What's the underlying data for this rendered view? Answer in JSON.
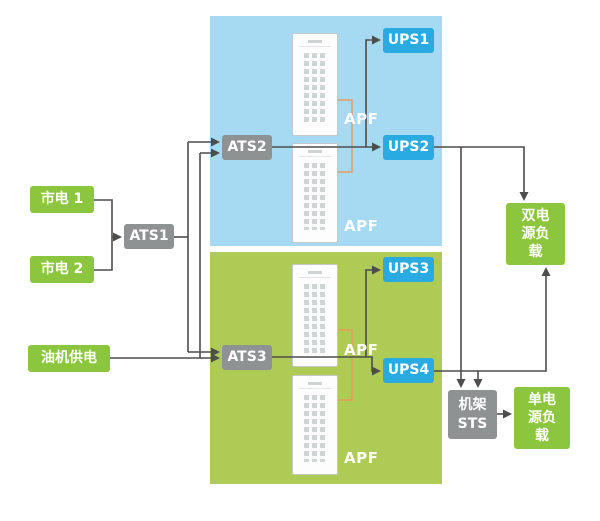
{
  "diagram": {
    "description": "UPS dual-bus power distribution topology",
    "nodes": {
      "mains1": {
        "label": "市电 1"
      },
      "mains2": {
        "label": "市电 2"
      },
      "generator": {
        "label": "油机供电"
      },
      "ats1": {
        "label": "ATS1"
      },
      "ats2": {
        "label": "ATS2"
      },
      "ats3": {
        "label": "ATS3"
      },
      "ups1": {
        "label": "UPS1"
      },
      "ups2": {
        "label": "UPS2"
      },
      "ups3": {
        "label": "UPS3"
      },
      "ups4": {
        "label": "UPS4"
      },
      "apf1": {
        "label": "APF"
      },
      "apf2": {
        "label": "APF"
      },
      "apf3": {
        "label": "APF"
      },
      "apf4": {
        "label": "APF"
      },
      "dual_load": {
        "label": "双电源负载"
      },
      "rack_sts": {
        "label": "机架STS"
      },
      "single_load": {
        "label": "单电源负载"
      }
    },
    "colors": {
      "node_green": "#8CC63E",
      "node_gray": "#8E9293",
      "node_blue": "#29ABE2",
      "panel_blue": "#A6D9F2",
      "panel_green": "#AECB55",
      "wire": "#4D4D4D",
      "apf_wire": "#E8995C",
      "background": "#FFFFFF"
    }
  }
}
